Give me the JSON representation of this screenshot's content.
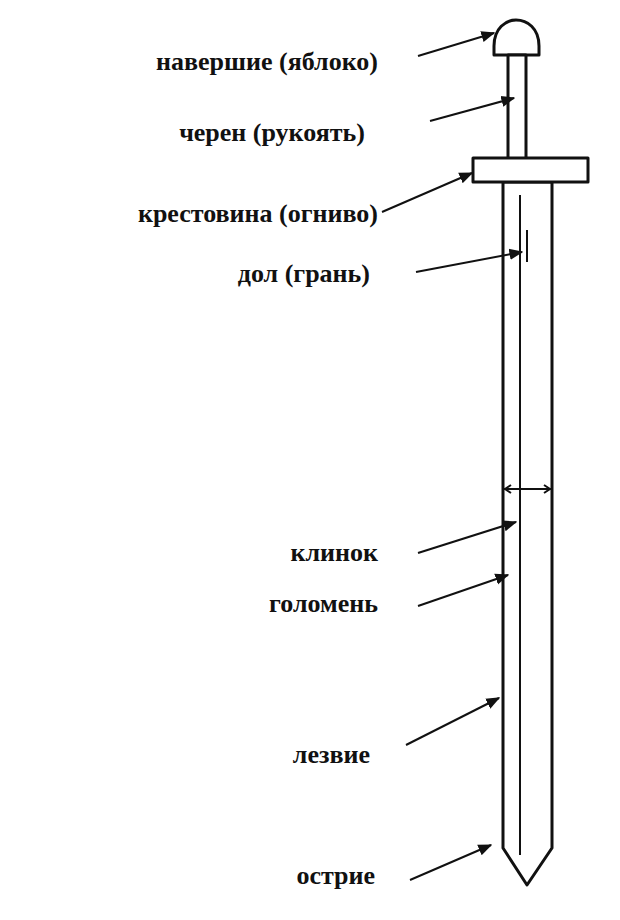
{
  "diagram": {
    "labels": [
      "навершие (яблоко)",
      "черен (рукоять)",
      "крестовина (огниво)",
      "дол (грань)",
      "клинок",
      "голомень",
      "лезвие",
      "острие"
    ]
  }
}
